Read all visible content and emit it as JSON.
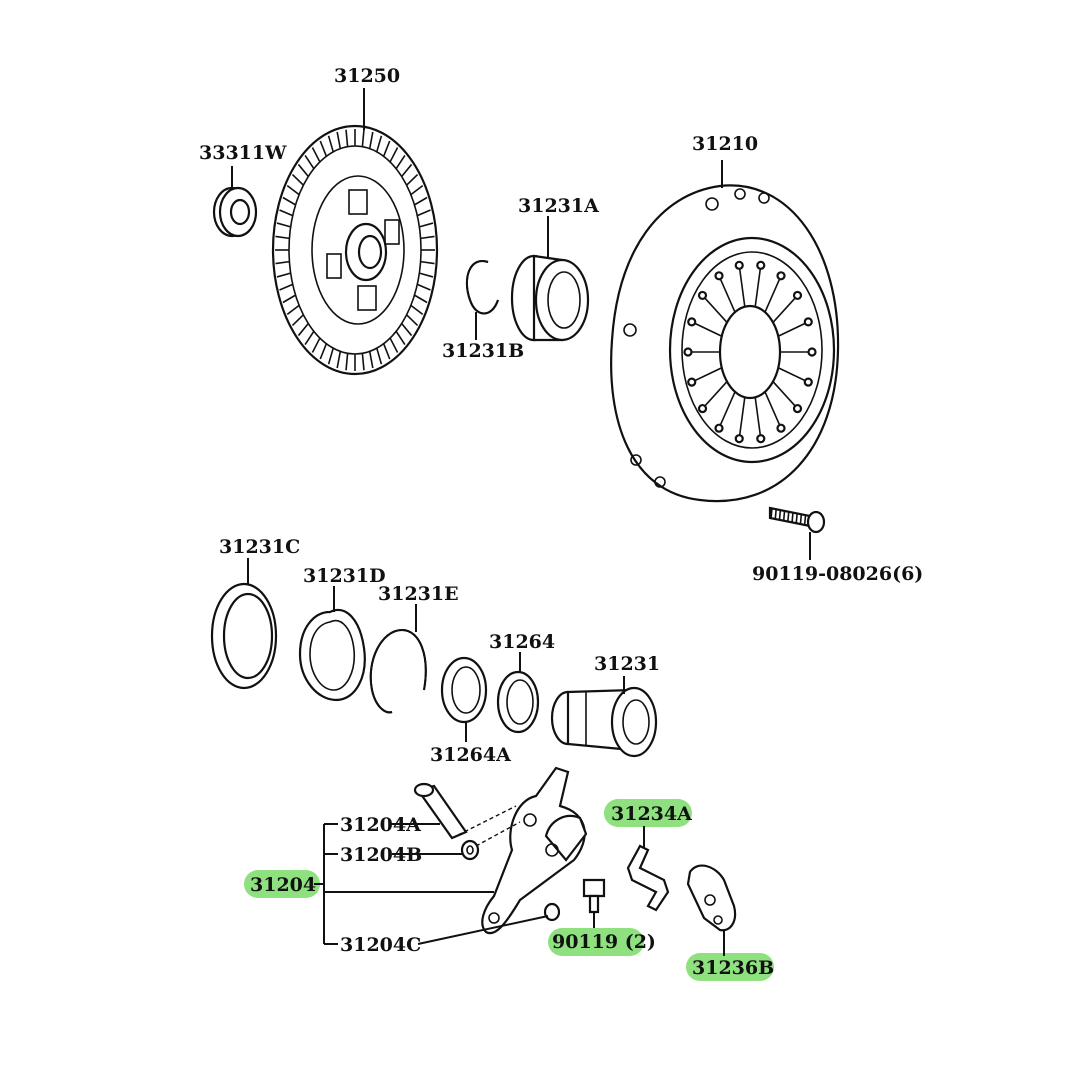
{
  "colors": {
    "ink": "#111111",
    "highlight": "#8fe07f",
    "background": "#ffffff"
  },
  "labels": {
    "p31250": "31250",
    "p33311w": "33311W",
    "p31210": "31210",
    "p31231a": "31231A",
    "p31231b": "31231B",
    "p90119_08026": "90119-08026(6)",
    "p31231c": "31231C",
    "p31231d": "31231D",
    "p31231e": "31231E",
    "p31264": "31264",
    "p31231": "31231",
    "p31264a": "31264A",
    "p31204a": "31204A",
    "p31204b": "31204B",
    "p31204": "31204",
    "p31204c": "31204C",
    "p31234a": "31234A",
    "p90119_2": "90119 (2)",
    "p31236b": "31236B"
  },
  "highlighted_parts": [
    "31204",
    "31234A",
    "90119 (2)",
    "31236B"
  ]
}
